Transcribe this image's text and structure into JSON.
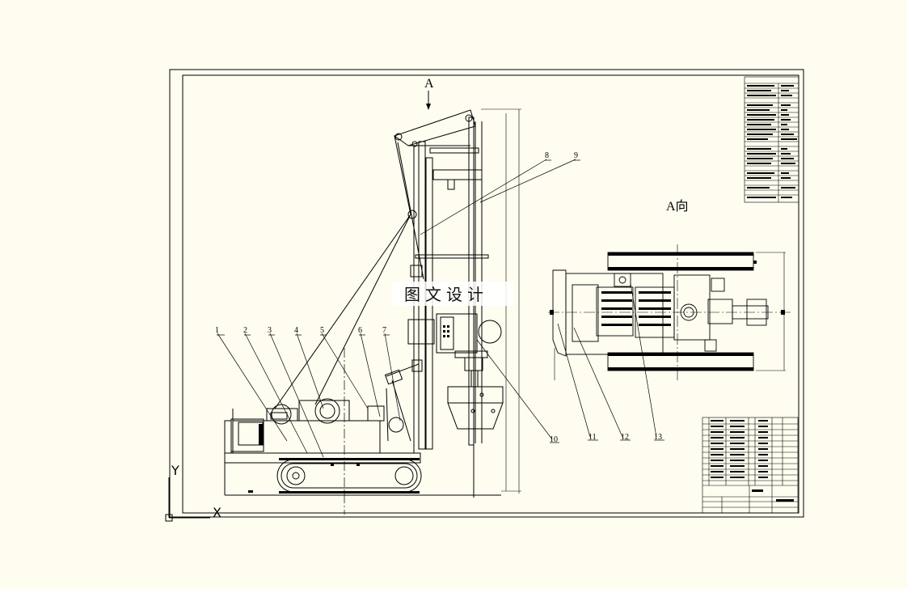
{
  "view_label_top": "A",
  "view_label_a": "A向",
  "watermark": "图文设计",
  "axis_y": "Y",
  "axis_x": "X",
  "callouts": [
    "1",
    "2",
    "3",
    "4",
    "5",
    "6",
    "7",
    "8",
    "9",
    "10",
    "11",
    "12",
    "13"
  ],
  "colors": {
    "background": "#fffdf0",
    "line": "#000000"
  }
}
